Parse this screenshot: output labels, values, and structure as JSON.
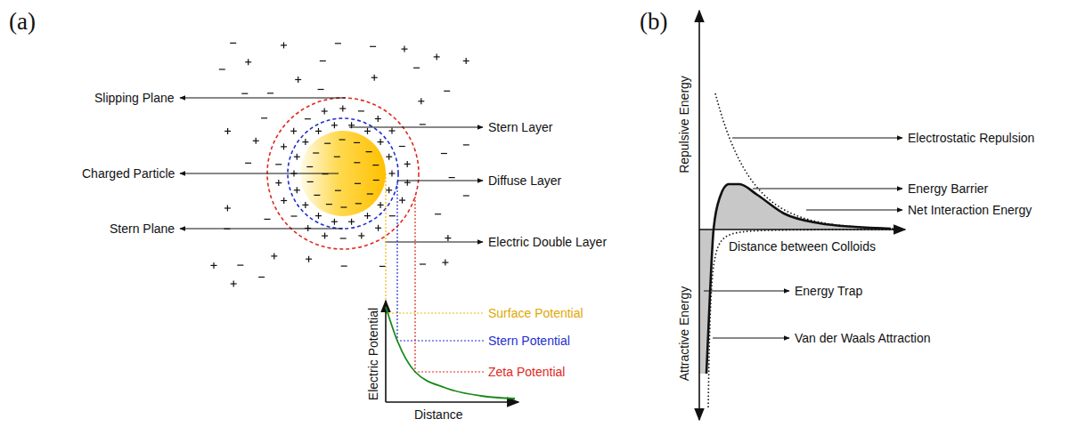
{
  "diagram": {
    "labels": [
      "(a)",
      "(b)",
      "Slipping Plane",
      "Stern Layer",
      "Charged Particle",
      "Diffuse Layer",
      "Stern Plane",
      "Electric Double Layer",
      "Surface Potential",
      "Stern Potential",
      "Zeta Potential",
      "Electric Potential",
      "Distance",
      "Repulsive Energy",
      "Attractive Energy",
      "Distance between Colloids",
      "Electrostatic Repulsion",
      "Energy Barrier",
      "Net Interaction Energy",
      "Energy Trap",
      "Van der Waals Attraction"
    ]
  }
}
